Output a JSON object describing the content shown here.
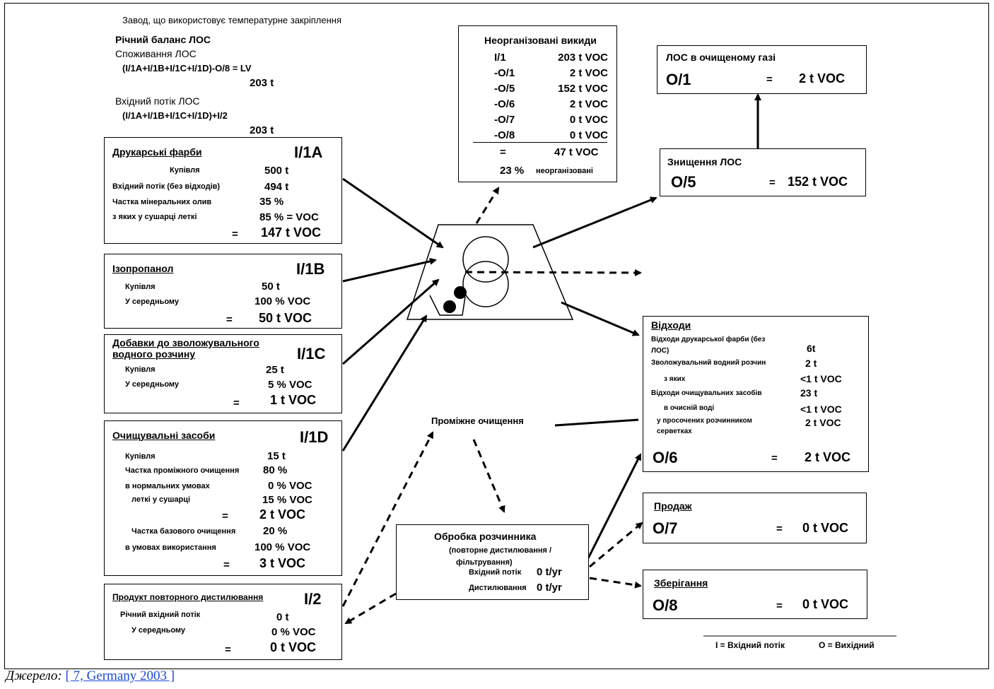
{
  "header": {
    "plant_title": "Завод, що використовує температурне закріплення",
    "balance_title": "Річний баланс ЛОС",
    "consumption_label": "Споживання ЛОС",
    "consumption_formula": "(I/1A+I/1B+I/1C+I/1D)-O/8 = LV",
    "consumption_value": "203 t",
    "input_label": "Вхідний потік ЛОС",
    "input_formula": "(I/1A+I/1B+I/1C+I/1D)+I/2",
    "input_value": "203 t"
  },
  "box_1a": {
    "title": "Друкарські фарби",
    "id": "I/1A",
    "r1_label": "Купівля",
    "r1_value": "500 t",
    "r2_label": "Вхідний потік (без відходів)",
    "r2_value": "494 t",
    "r3_label": "Частка мінеральних олив",
    "r3_value": "35 %",
    "r4_label": "з яких у сушарці леткі",
    "r4_value": "85 % = VOC",
    "eq": "=",
    "total": "147 t VOC"
  },
  "box_1b": {
    "title": "Ізопропанол",
    "id": "I/1B",
    "r1_label": "Купівля",
    "r1_value": "50 t",
    "r2_label": "У середньому",
    "r2_value": "100 % VOC",
    "eq": "=",
    "total": "50 t VOC"
  },
  "box_1c": {
    "title_line1": "Добавки до зволожувального",
    "title_line2": "водного розчину",
    "id": "I/1C",
    "r1_label": "Купівля",
    "r1_value": "25 t",
    "r2_label": "У середньому",
    "r2_value": "5 % VOC",
    "eq": "=",
    "total": "1 t VOC"
  },
  "box_1d": {
    "title": "Очищувальні засоби",
    "id": "I/1D",
    "r1_label": "Купівля",
    "r1_value": "15 t",
    "r2_label": "Частка проміжного очищення",
    "r2_value": "80 %",
    "r3_label": "в нормальних умовах",
    "r3_value": "0 % VOC",
    "r4_label": "леткі у сушарці",
    "r4_value": "15 % VOC",
    "eq1": "=",
    "sub1": "2 t VOC",
    "r5_label": "Частка базового очищення",
    "r5_value": "20 %",
    "r6_label": "в умовах використання",
    "r6_value": "100 % VOC",
    "eq2": "=",
    "sub2": "3 t VOC"
  },
  "box_i2": {
    "title": "Продукт повторного дистилювання",
    "id": "I/2",
    "r1_label": "Річний вхідний потік",
    "r1_value": "0 t",
    "r2_label": "У середньому",
    "r2_value": "0 % VOC",
    "eq": "=",
    "total": "0 t VOC"
  },
  "fugitive": {
    "title": "Неорганізовані викиди",
    "rows": [
      {
        "code": "I/1",
        "value": "203 t VOC"
      },
      {
        "code": "-O/1",
        "value": "2 t VOC"
      },
      {
        "code": "-O/5",
        "value": "152 t VOC"
      },
      {
        "code": "-O/6",
        "value": "2 t VOC"
      },
      {
        "code": "-O/7",
        "value": "0 t VOC"
      },
      {
        "code": "-O/8",
        "value": "0 t VOC"
      }
    ],
    "eq": "=",
    "total": "47 t VOC",
    "pct": "23 %",
    "pct_label": "неорганізовані"
  },
  "clean_gas": {
    "title": "ЛОС в очищеному газі",
    "id": "O/1",
    "eq": "=",
    "value": "2 t VOC"
  },
  "destruction": {
    "title": "Знищення ЛОС",
    "id": "O/5",
    "eq": "=",
    "value": "152 t VOC"
  },
  "waste": {
    "title": "Відходи",
    "r1_label_a": "Відходи друкарської фарби (без",
    "r1_label_b": "ЛОС)",
    "r1_value": "6t",
    "r2_label": "Зволожувальний водний розчин",
    "r2_value": "2 t",
    "r3_label": "з яких",
    "r3_value": "<1 t VOC",
    "r4_label": "Відходи очищувальних засобів",
    "r4_value": "23 t",
    "r5_label": "в очисній воді",
    "r5_value": "<1 t VOC",
    "r6_label_a": "у просочених розчинником",
    "r6_label_b": "серветках",
    "r6_value": "2 t VOC",
    "id": "O/6",
    "eq": "=",
    "value": "2 t VOC"
  },
  "sale": {
    "title": "Продаж",
    "id": "O/7",
    "eq": "=",
    "value": "0 t VOC"
  },
  "storage": {
    "title": "Зберігання",
    "id": "O/8",
    "eq": "=",
    "value": "0 t VOC"
  },
  "intermediate_cleaning": "Проміжне очищення",
  "solvent": {
    "title": "Обробка розчинника",
    "subtitle_a": "(повторне дистилювання /",
    "subtitle_b": "фільтрування)",
    "in_label": "Вхідний потік",
    "in_value": "0 t/yr",
    "out_label": "Дистилювання",
    "out_value": "0 t/yr"
  },
  "legend": {
    "input": "I = Вхідний потік",
    "output": "O = Вихідний"
  },
  "source": {
    "label": "Джерело:",
    "link": "[ 7, Germany 2003 ]"
  }
}
